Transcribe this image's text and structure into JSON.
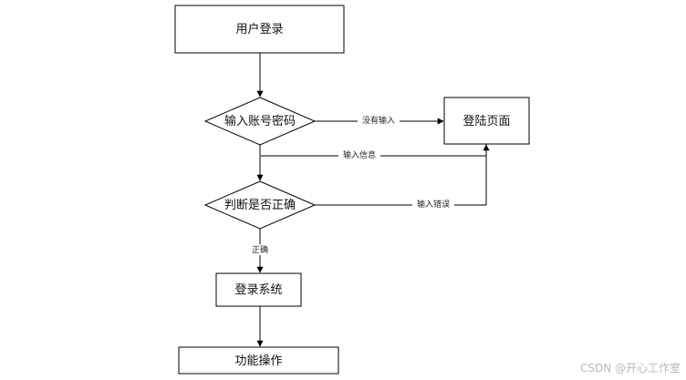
{
  "nodes": {
    "user_login": "用户登录",
    "input_credentials": "输入账号密码",
    "login_page": "登陆页面",
    "check_correct": "判断是否正确",
    "login_system": "登录系统",
    "feature_operation": "功能操作"
  },
  "edges": {
    "no_input": "没有输入",
    "input_info": "输入信息",
    "input_error": "输入错误",
    "correct": "正确"
  },
  "watermark": "CSDN @开心工作室"
}
